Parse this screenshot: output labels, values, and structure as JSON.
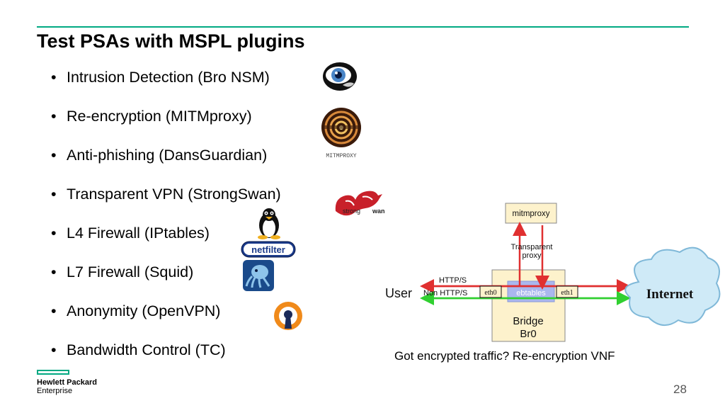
{
  "slide": {
    "title": "Test PSAs with MSPL plugins",
    "page_number": "28"
  },
  "bullets": [
    "Intrusion Detection (Bro NSM)",
    "Re-encryption (MITMproxy)",
    "Anti-phishing (DansGuardian)",
    "Transparent VPN (StrongSwan)",
    "L4 Firewall (IPtables)",
    "L7 Firewall (Squid)",
    "Anonymity (OpenVPN)",
    "Bandwidth Control (TC)"
  ],
  "logos": {
    "mitmproxy_text": "MITMPROXY",
    "strongswan_text_a": "strong",
    "strongswan_text_b": "wan",
    "netfilter_text": "netfilter"
  },
  "diagram": {
    "mitmproxy_label": "mitmproxy",
    "transparent_label_1": "Transparent",
    "transparent_label_2": "proxy",
    "https_label": "HTTP/S",
    "non_https_label": "Non HTTP/S",
    "user_label": "User",
    "eth0_label": "eth0",
    "ebtables_label": "ebtables",
    "eth1_label": "eth1",
    "bridge_label": "Bridge",
    "br0_label": "Br0",
    "internet_label": "Internet"
  },
  "caption": "Got encrypted traffic? Re-encryption VNF",
  "footer": {
    "brand_line1": "Hewlett Packard",
    "brand_line2": "Enterprise"
  },
  "colors": {
    "accent": "#01a982",
    "red_arrow": "#e03030",
    "green_arrow": "#30d030",
    "box_fill": "#fdf2cc",
    "ebtables_fill": "#aab7ee",
    "cloud_fill": "#cfeaf7"
  }
}
